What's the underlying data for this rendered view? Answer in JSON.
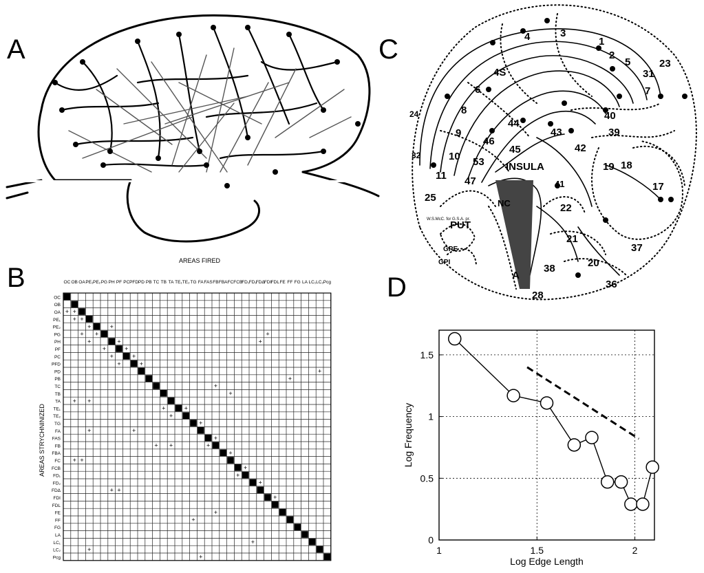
{
  "panels": {
    "a": {
      "letter": "A"
    },
    "b": {
      "letter": "B",
      "title": "AREAS FIRED",
      "ylabel": "AREAS STRYCHNINIZED",
      "rows": [
        "OC",
        "OB",
        "OA",
        "PE₁",
        "PE₂",
        "PG",
        "PH",
        "PF",
        "PC",
        "PFD",
        "PD",
        "PB",
        "TC",
        "TB",
        "TA",
        "TE₁",
        "TE₂",
        "TG",
        "FA",
        "FAS",
        "FB",
        "FBA",
        "FC",
        "FCB",
        "FD₁",
        "FD₂",
        "FDΔ",
        "FDI",
        "FDL",
        "FE",
        "FF",
        "FG",
        "LA",
        "LC₁",
        "LC₂",
        "Pcg"
      ]
    },
    "c": {
      "letter": "C",
      "areas": [
        "4",
        "3",
        "1",
        "2",
        "5",
        "31",
        "23",
        "7",
        "24",
        "4S",
        "6",
        "8",
        "9",
        "10",
        "46",
        "44",
        "43",
        "45",
        "42",
        "40",
        "39",
        "53",
        "INSULA",
        "32",
        "11",
        "47",
        "25",
        "NC",
        "PUT",
        "GPE",
        "GPI",
        "41",
        "22",
        "19",
        "18",
        "17",
        "21",
        "20",
        "37",
        "38",
        "A",
        "28",
        "36"
      ],
      "credit": "W.S.McC. for G.S.A. pr."
    },
    "d": {
      "letter": "D"
    }
  },
  "chart_data": {
    "type": "line",
    "xlabel": "Log Edge Length",
    "ylabel": "Log Frequency",
    "xlim": [
      1,
      2.1
    ],
    "ylim": [
      0,
      1.7
    ],
    "xticks": [
      1,
      1.5,
      2
    ],
    "xtick_labels": [
      "1",
      "1.5",
      "2"
    ],
    "yticks": [
      0,
      0.5,
      1,
      1.5
    ],
    "ytick_labels": [
      "0",
      "0.5",
      "1",
      "1.5"
    ],
    "grid": true,
    "series": [
      {
        "x": [
          1.08,
          1.38,
          1.55,
          1.69,
          1.78,
          1.86,
          1.93,
          1.98,
          2.04,
          2.09
        ],
        "y": [
          1.63,
          1.17,
          1.11,
          0.77,
          0.83,
          0.47,
          0.47,
          0.29,
          0.29,
          0.59
        ],
        "style": "solid-with-open-circles",
        "color": "#000000"
      },
      {
        "x": [
          1.45,
          2.02
        ],
        "y": [
          1.4,
          0.82
        ],
        "style": "dashed",
        "color": "#000000"
      }
    ]
  }
}
